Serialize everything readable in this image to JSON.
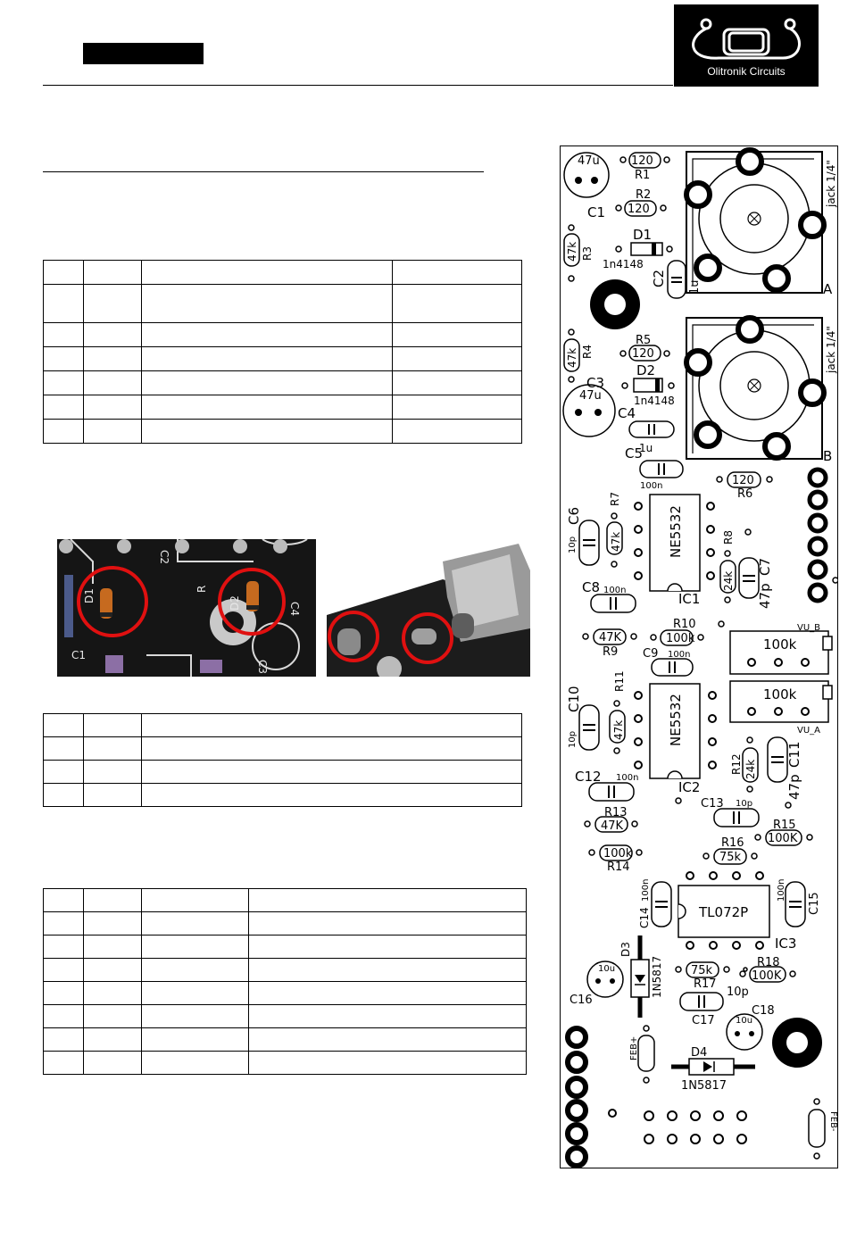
{
  "logo": {
    "text": "Olitronik Circuits"
  },
  "pcb": {
    "labels": {
      "c1_val": "47u",
      "r1_val": "120",
      "r1": "R1",
      "r2": "R2",
      "r2_val": "120",
      "c1": "C1",
      "r3_val": "47k",
      "r3": "R3",
      "d1": "D1",
      "d1_val": "1n4148",
      "c2": "C2",
      "c2_val": "1u",
      "jack_a": "jack 1/4\"",
      "out_a": "A",
      "r4_val": "47k",
      "r4": "R4",
      "r5": "R5",
      "r5_val": "120",
      "d2": "D2",
      "d2_val": "1n4148",
      "c3": "C3",
      "c3_val": "47u",
      "c4": "C4",
      "c4_val": "1u",
      "jack_b": "jack 1/4\"",
      "out_b": "B",
      "c5": "C5",
      "c5_val": "100n",
      "r6_val": "120",
      "r6": "R6",
      "c6": "C6",
      "c6_val": "10p",
      "r7": "R7",
      "r7_val": "47k",
      "ic1_part": "NE5532",
      "ic1": "IC1",
      "r8": "R8",
      "r8_val": "24k",
      "c7_val": "47p",
      "c7": "C7",
      "c8": "C8",
      "c8_val": "100n",
      "r10": "R10",
      "r10_val": "100k",
      "r9_val": "47K",
      "r9": "R9",
      "vu_b": "VU_B",
      "pot_b": "100k",
      "c9": "C9",
      "c9_val": "100n",
      "c10": "C10",
      "c10_val": "10p",
      "r11": "R11",
      "r11_val": "47k",
      "ic2_part": "NE5532",
      "ic2": "IC2",
      "pot_a": "100k",
      "vu_a": "VU_A",
      "r12": "R12",
      "r12_val": "24k",
      "c11_val": "47p",
      "c11": "C11",
      "c12": "C12",
      "c12_val": "100n",
      "r13": "R13",
      "r13_val": "47K",
      "c13": "C13",
      "c13_val": "10p",
      "r15": "R15",
      "r15_val": "100K",
      "r16": "R16",
      "r16_val": "75k",
      "r14_val": "100k",
      "r14": "R14",
      "c14_val": "100n",
      "c14": "C14",
      "ic3_part": "TL072P",
      "ic3": "IC3",
      "c15_val": "100n",
      "c15": "C15",
      "d3": "D3",
      "d3_val": "1N5817",
      "c16_val": "10u",
      "c16": "C16",
      "r17_val": "75k",
      "r17": "R17",
      "r18": "R18",
      "r18_val": "100K",
      "c17": "C17",
      "c17_val": "10p",
      "c18": "C18",
      "c18_val": "10u",
      "feb_plus": "FEB+",
      "d4": "D4",
      "d4_val": "1N5817",
      "feb_minus": "FEB-"
    }
  },
  "photos": {
    "left": {
      "labels": {
        "c1": "C1",
        "d1": "D1",
        "c2": "C2",
        "r": "R",
        "d2": "D2",
        "c4": "C4",
        "c3": "C3"
      }
    },
    "right": {
      "labels": {}
    }
  }
}
